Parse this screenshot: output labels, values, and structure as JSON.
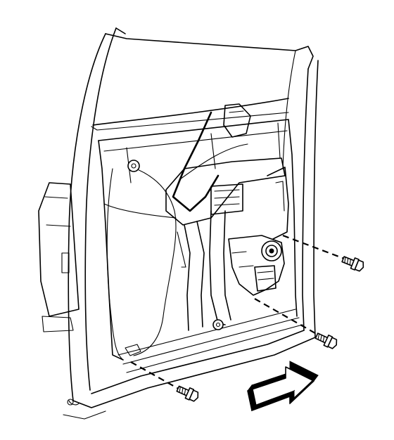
{
  "figure": {
    "components": [
      "door-outer-frame",
      "inner-door-panel",
      "window-regulator",
      "regulator-cable",
      "regulator-motor",
      "bolt-upper-right",
      "bolt-lower-right",
      "bolt-lower-left",
      "direction-arrow"
    ],
    "colors": {
      "line": "#000000",
      "background": "#ffffff"
    }
  }
}
